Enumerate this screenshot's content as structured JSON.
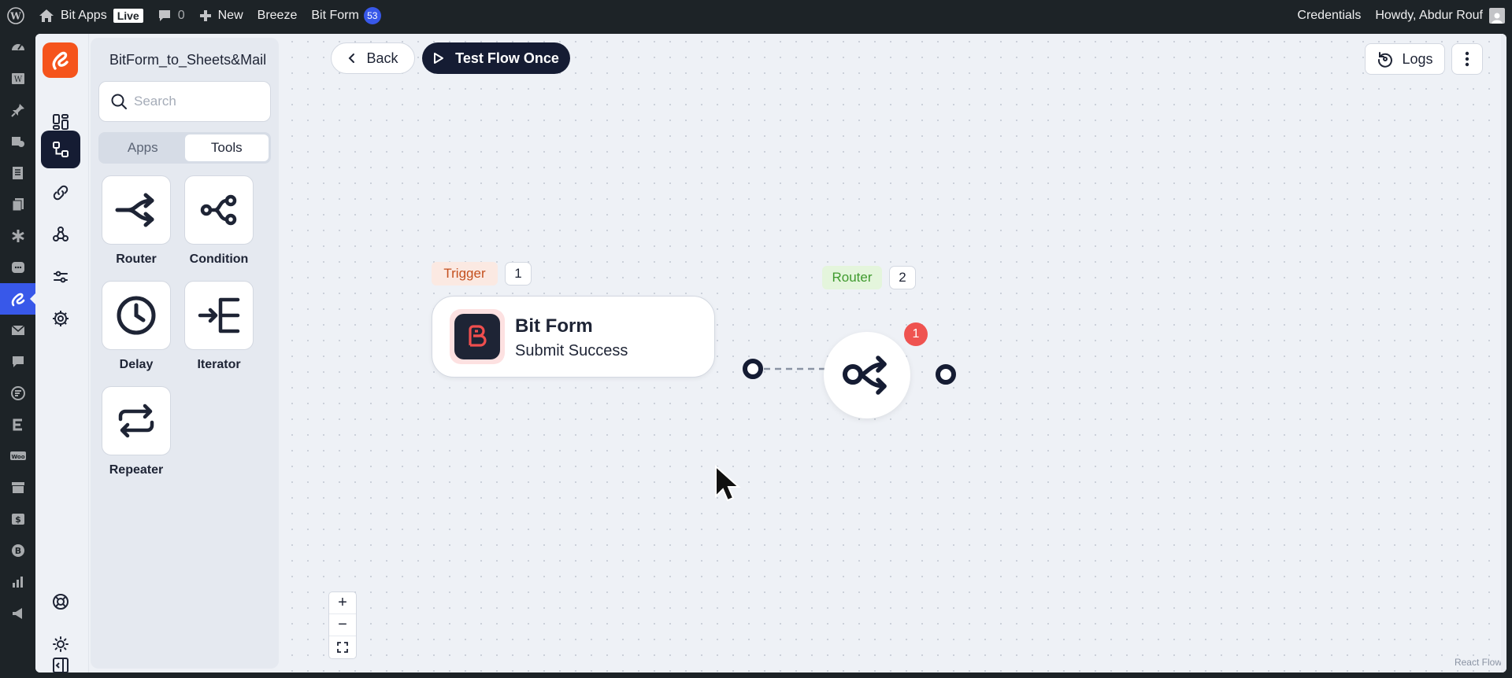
{
  "adminbar": {
    "site_name": "Bit Apps",
    "live": "Live",
    "comments": "0",
    "new": "New",
    "breeze": "Breeze",
    "bitform": "Bit Form",
    "bitform_count": "53",
    "credentials": "Credentials",
    "howdy": "Howdy, Abdur Rouf"
  },
  "panel": {
    "flow_name": "BitForm_to_Sheets&Mail",
    "search_placeholder": "Search",
    "tabs": [
      "Apps",
      "Tools"
    ],
    "selected_tab": "Tools",
    "tools": [
      {
        "label": "Router",
        "icon": "router-icon"
      },
      {
        "label": "Condition",
        "icon": "condition-icon"
      },
      {
        "label": "Delay",
        "icon": "clock-icon"
      },
      {
        "label": "Iterator",
        "icon": "iterator-icon"
      },
      {
        "label": "Repeater",
        "icon": "repeat-icon"
      }
    ]
  },
  "toolbar": {
    "back": "Back",
    "test_flow": "Test Flow Once",
    "logs": "Logs"
  },
  "flow": {
    "trigger": {
      "tag": "Trigger",
      "step": "1",
      "title": "Bit Form",
      "subtitle": "Submit Success"
    },
    "router": {
      "tag": "Router",
      "step": "2",
      "badge": "1"
    }
  },
  "canvas": {
    "zoom_in": "+",
    "zoom_out": "−",
    "attribution": "React Flow"
  },
  "colors": {
    "accent": "#f5541c",
    "dark": "#151c33",
    "wp_active": "#3858e9"
  }
}
